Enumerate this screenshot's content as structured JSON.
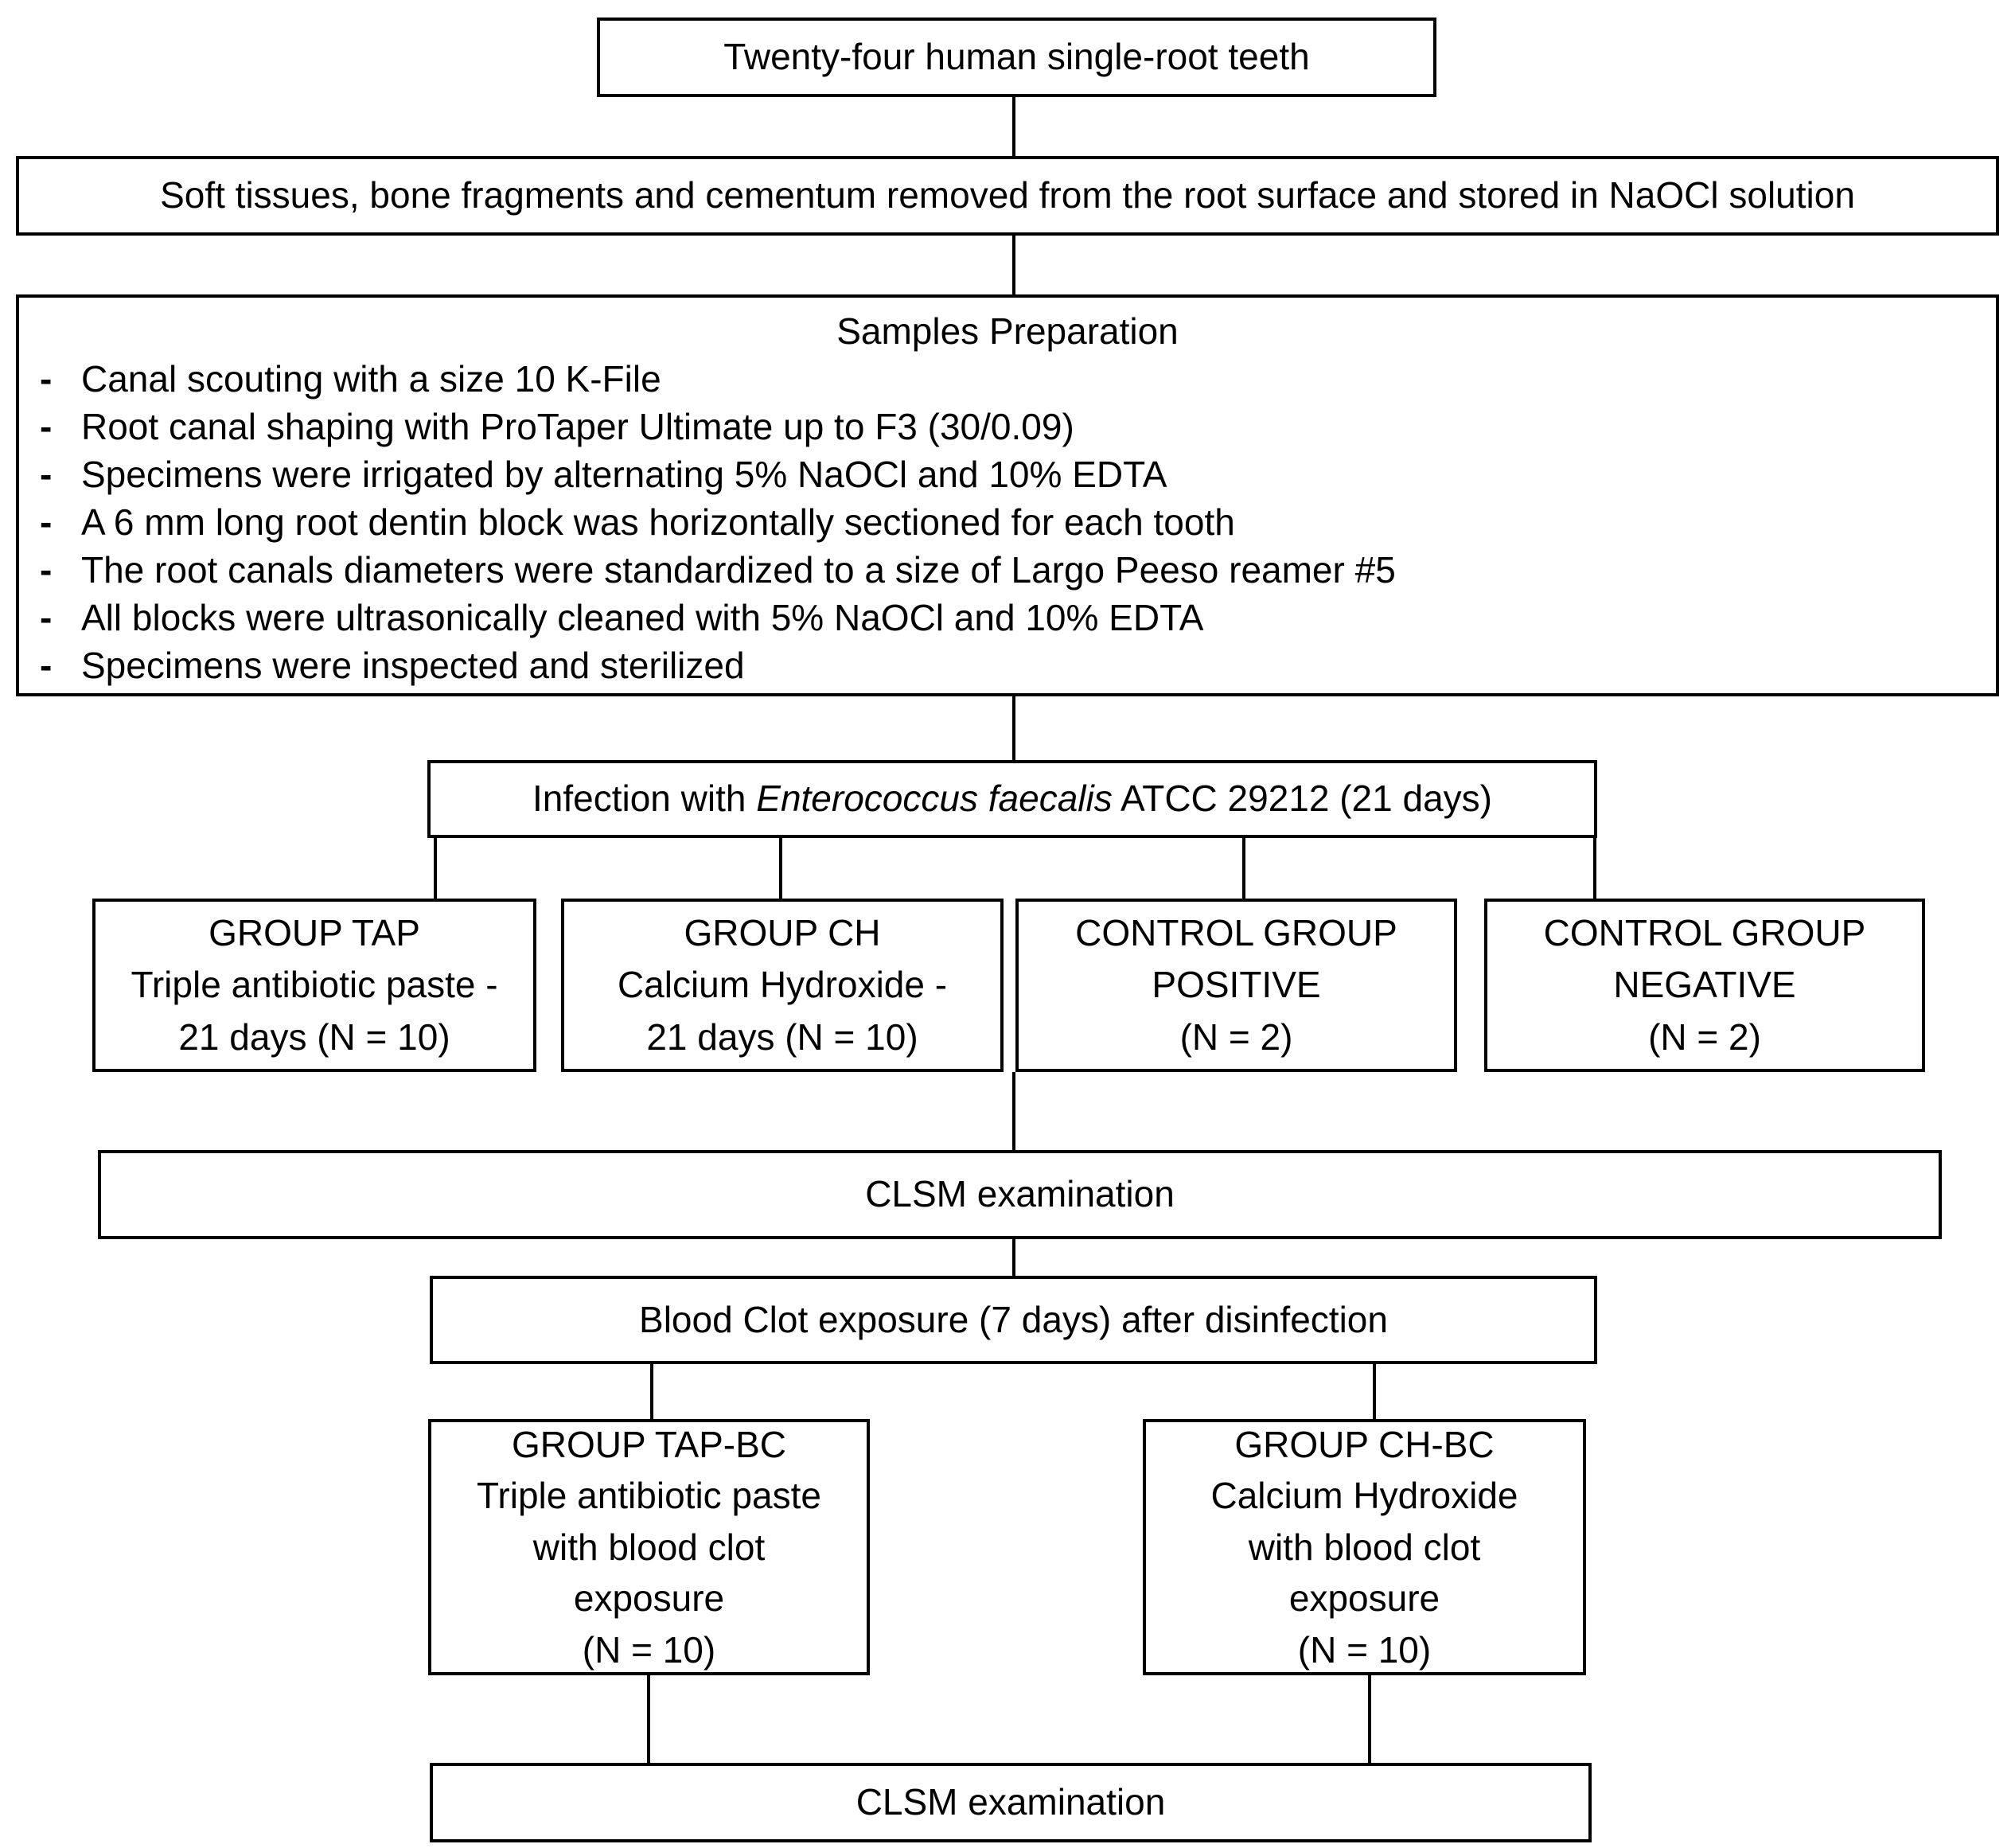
{
  "colors": {
    "border": "#000000",
    "text": "#000000",
    "background": "#ffffff"
  },
  "boxes": {
    "teeth": {
      "text": "Twenty-four human single-root teeth"
    },
    "soft_tissue": {
      "text": "Soft tissues, bone fragments and cementum removed from the root surface and stored in NaOCl solution"
    },
    "samples_prep": {
      "title": "Samples Preparation",
      "bullet_marker": "-",
      "bullets": [
        "Canal scouting with a size 10 K-File",
        "Root canal shaping with ProTaper Ultimate up to F3 (30/0.09)",
        "Specimens were irrigated by alternating 5% NaOCl and 10% EDTA",
        "A 6 mm long root dentin block was horizontally sectioned for each tooth",
        "The root canals diameters were standardized to a size of Largo Peeso reamer #5",
        "All blocks were ultrasonically cleaned with 5% NaOCl and 10% EDTA",
        "Specimens were inspected and sterilized"
      ]
    },
    "infection": {
      "prefix": "Infection with ",
      "italic": "Enterococcus faecalis",
      "suffix": " ATCC 29212 (21 days)"
    },
    "group_tap": {
      "lines": [
        "GROUP TAP",
        "Triple antibiotic paste -",
        "21 days (N = 10)"
      ]
    },
    "group_ch": {
      "lines": [
        "GROUP CH",
        "Calcium Hydroxide -",
        "21 days (N = 10)"
      ]
    },
    "control_positive": {
      "lines": [
        "CONTROL GROUP",
        "POSITIVE",
        "(N = 2)"
      ]
    },
    "control_negative": {
      "lines": [
        "CONTROL GROUP",
        "NEGATIVE",
        "(N = 2)"
      ]
    },
    "clsm_first": {
      "text": "CLSM examination"
    },
    "blood_clot": {
      "text": "Blood Clot exposure (7 days) after disinfection"
    },
    "group_tap_bc": {
      "lines": [
        "GROUP TAP-BC",
        "Triple antibiotic paste",
        "with blood clot",
        "exposure",
        "(N = 10)"
      ]
    },
    "group_ch_bc": {
      "lines": [
        "GROUP CH-BC",
        "Calcium Hydroxide",
        "with blood clot",
        "exposure",
        "(N = 10)"
      ]
    },
    "clsm_second": {
      "text": "CLSM examination"
    }
  }
}
